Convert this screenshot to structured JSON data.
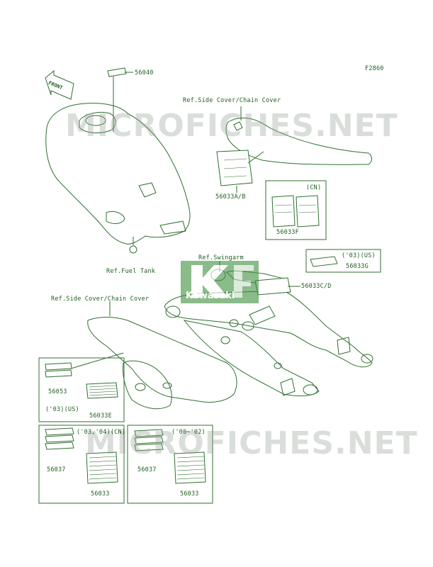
{
  "code": "F2860",
  "front_tag": "FRONT",
  "watermark": "MICROFICHES.NET",
  "logo_text": "Kawasaki",
  "labels": {
    "p56040": "56040",
    "ref_side_cover_top": "Ref.Side Cover/Chain Cover",
    "p56033ab": "56033A/B",
    "cn_top": "(CN)",
    "p56033f": "56033F",
    "us03_top": "('03)(US)",
    "p56033g": "56033G",
    "ref_fuel_tank": "Ref.Fuel Tank",
    "ref_swingarm": "Ref.Swingarm",
    "p56033cd": "56033C/D",
    "ref_side_cover_mid": "Ref.Side Cover/Chain Cover",
    "p56053": "56053",
    "us03_mid": "('03)(US)",
    "p56033e": "56033E",
    "cn_0304": "('03,'04)(CN)",
    "p56037_left": "56037",
    "p56033_left": "56033",
    "y0002": "('00~'02)",
    "p56037_right": "56037",
    "p56033_right": "56033"
  },
  "colors": {
    "line": "#2f6f2f",
    "logo": "#3f8f3f"
  }
}
